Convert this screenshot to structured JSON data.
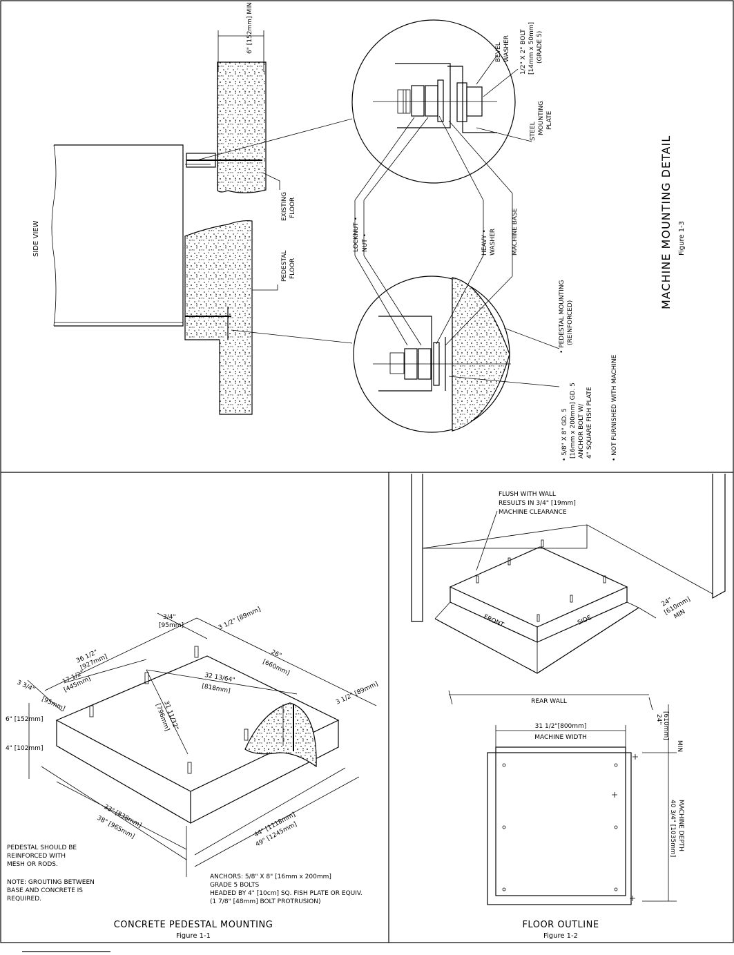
{
  "figure3": {
    "title": "MACHINE MOUNTING DETAIL",
    "number": "Figure 1-3",
    "side_view": "SIDE VIEW",
    "min_dim": "6\" [152mm] MIN",
    "existing_floor": [
      "EXISTING",
      "FLOOR"
    ],
    "pedestal_floor": [
      "PEDESTAL",
      "FLOOR"
    ],
    "bevel_washer": [
      "BEVEL",
      "WASHER"
    ],
    "bolt": [
      "1/2\" X 2\" BOLT",
      "[14mm x 50mm]",
      "(GRADE 5)"
    ],
    "steel_plate": [
      "STEEL",
      "MOUNTING",
      "PLATE"
    ],
    "locknut": "LOCKNUT •",
    "nut": "NUT •",
    "heavy_washer": [
      "HEAVY •",
      "WASHER"
    ],
    "machine_base": "MACHINE BASE",
    "pedestal_mounting": [
      "• PEDESTAL MOUNTING",
      "(REINFORCED)"
    ],
    "anchor": [
      "• 5/8\" X 8\" GD. 5",
      "[16mm x 200mm] GD. 5",
      "ANCHOR BOLT W/",
      "4\" SQUARE FISH PLATE"
    ],
    "not_furnished": "• NOT FURNISHED WITH MACHINE"
  },
  "figure1": {
    "title": "CONCRETE PEDESTAL MOUNTING",
    "number": "Figure 1-1",
    "dims": {
      "d_3_4": "3/4\"",
      "d_95a": "[95mm]",
      "d_3_5a": "3 1/2\" [89mm]",
      "d_36": "36 1/2\"",
      "d_927": "[927mm]",
      "d_26": "26\"",
      "d_660": "[660mm]",
      "d_17": "17 1/2\"",
      "d_445": "[445mm]",
      "d_3_3_4": "3 3/4\"",
      "d_95b": "[95mm]",
      "d_32": "32 13/64\"",
      "d_818": "[818mm]",
      "d_31": "31 11/32\"",
      "d_796": "[796mm]",
      "d_3_5b": "3 1/2\" [89mm]",
      "d_6": "6\" [152mm]",
      "d_4": "4\" [102mm]",
      "d_33": "33\" [838mm]",
      "d_38": "38\" [965mm]",
      "d_44": "44\" [1118mm]",
      "d_49": "49\" [1245mm]"
    },
    "note1": [
      "PEDESTAL SHOULD BE",
      "REINFORCED WITH",
      "MESH OR RODS."
    ],
    "note2": [
      "NOTE: GROUTING BETWEEN",
      "BASE AND CONCRETE IS",
      "REQUIRED."
    ],
    "anchors": [
      "ANCHORS: 5/8\" X 8\" [16mm x 200mm]",
      "GRADE 5 BOLTS",
      "HEADED BY 4\" [10cm] SQ. FISH PLATE OR EQUIV.",
      "(1 7/8\" [48mm] BOLT PROTRUSION)"
    ]
  },
  "figure2": {
    "title": "FLOOR OUTLINE",
    "number": "Figure 1-2",
    "flush": [
      "FLUSH WITH WALL",
      "RESULTS IN 3/4\" [19mm]",
      "MACHINE CLEARANCE"
    ],
    "front": "FRONT",
    "side": "SIDE",
    "min24": [
      "24\"",
      "[610mm]",
      "MIN"
    ],
    "rear_wall": "REAR WALL",
    "width": [
      "31 1/2\"[800mm]",
      "MACHINE WIDTH"
    ],
    "min24b": [
      "24\"",
      "[610mm]",
      "MIN"
    ],
    "depth": [
      "40 3/4\" [1035mm]",
      "MACHINE DEPTH"
    ]
  }
}
